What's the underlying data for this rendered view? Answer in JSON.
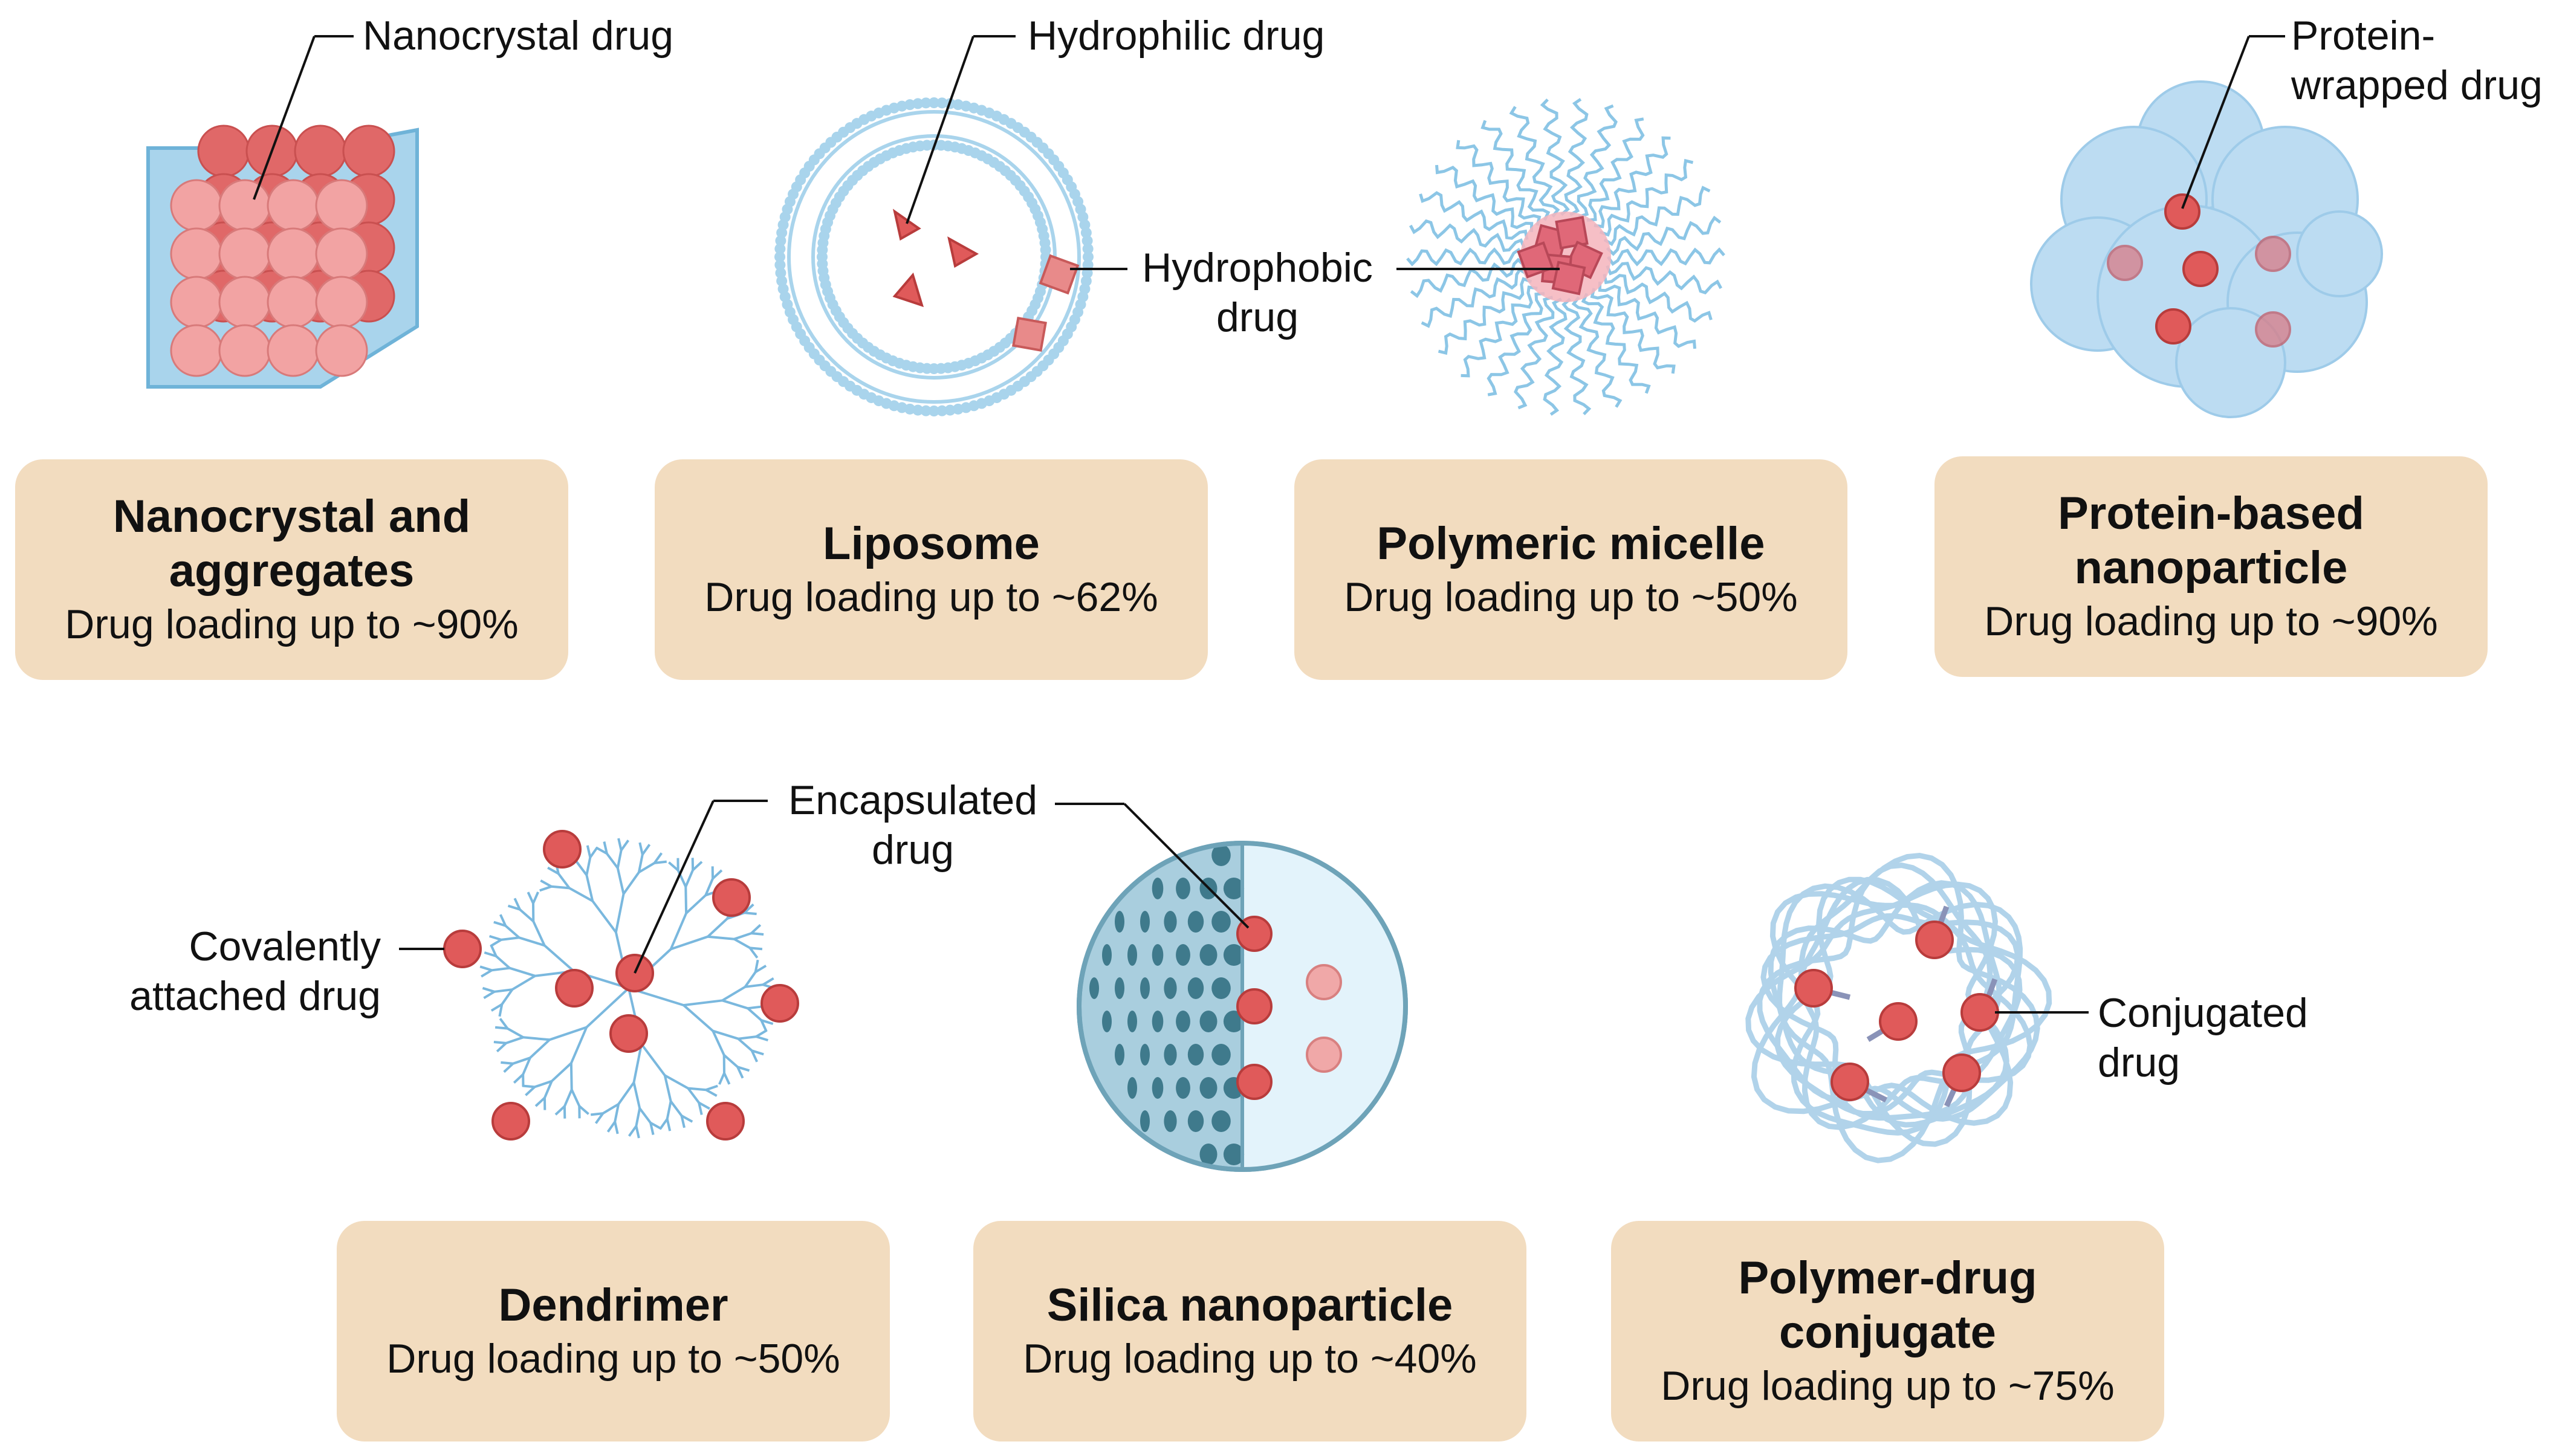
{
  "colors": {
    "box_fill": "#f2dcbf",
    "drug_red": "#e05a5a",
    "light_blue": "#a9d4ec",
    "membrane_blue": "#8cc6e6",
    "silica_dark": "#3f7a8c"
  },
  "carriers": [
    {
      "title": "Nanocrystal and\naggregates",
      "loading": "Drug loading up to ~90%"
    },
    {
      "title": "Liposome",
      "loading": "Drug loading up to ~62%"
    },
    {
      "title": "Polymeric micelle",
      "loading": "Drug loading up to ~50%"
    },
    {
      "title": "Protein-based\nnanoparticle",
      "loading": "Drug loading up to ~90%"
    },
    {
      "title": "Dendrimer",
      "loading": "Drug loading up to ~50%"
    },
    {
      "title": "Silica nanoparticle",
      "loading": "Drug loading up to ~40%"
    },
    {
      "title": "Polymer-drug\nconjugate",
      "loading": "Drug loading up to ~75%"
    }
  ],
  "labels": {
    "nanocrystal_drug": "Nanocrystal drug",
    "hydrophilic_drug": "Hydrophilic drug",
    "hydrophobic_drug": "Hydrophobic\ndrug",
    "protein_wrapped_drug": "Protein-\nwrapped drug",
    "covalently_attached_drug": "Covalently\nattached drug",
    "encapsulated_drug": "Encapsulated\ndrug",
    "conjugated_drug": "Conjugated\ndrug"
  }
}
